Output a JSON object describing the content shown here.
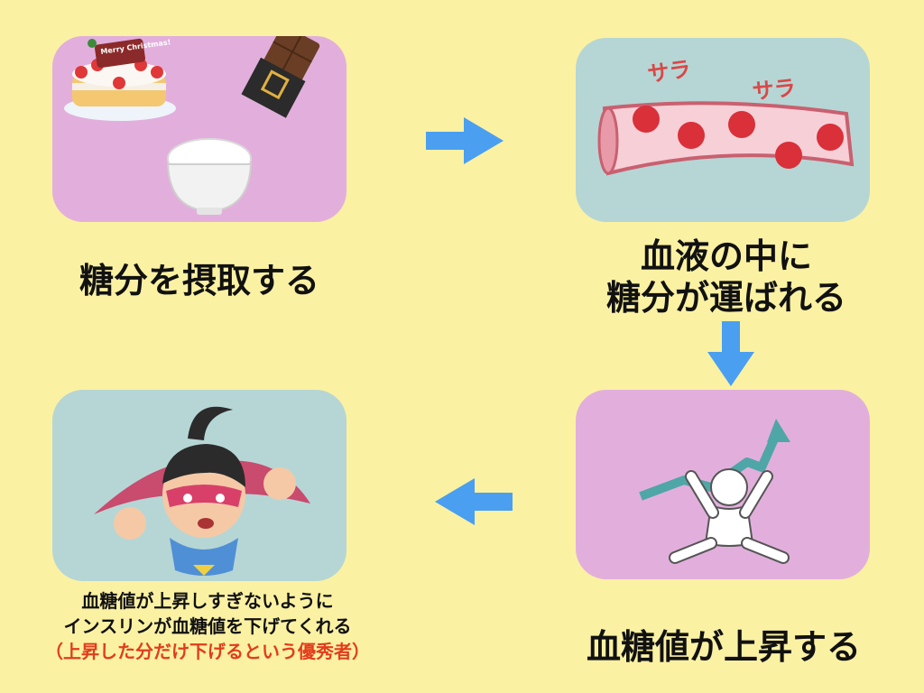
{
  "steps": [
    {
      "id": "intake",
      "label": "糖分を摂取する"
    },
    {
      "id": "blood",
      "label_line1": "血液の中に",
      "label_line2": "糖分が運ばれる",
      "sound_1": "サラ",
      "sound_2": "サラ"
    },
    {
      "id": "rise",
      "label": "血糖値が上昇する"
    },
    {
      "id": "insulin",
      "label_line1": "血糖値が上昇しすぎないように",
      "label_line2": "インスリンが血糖値を下げてくれる",
      "note": "（上昇した分だけ下げるという優秀者）"
    }
  ],
  "illustrations": {
    "cake_sign": "Merry Christmas!"
  },
  "colors": {
    "background": "#fbf1a3",
    "panel_pink": "#e2afdc",
    "panel_teal": "#b6d6d5",
    "arrow_blue": "#4a9ff0",
    "note_red": "#e23c1c"
  },
  "icons": [
    "cake-icon",
    "chocolate-icon",
    "rice-bowl-icon",
    "blood-vessel-icon",
    "rising-chart-icon",
    "stick-figure-icon",
    "superhero-icon",
    "arrow-right-icon",
    "arrow-down-icon",
    "arrow-left-icon"
  ]
}
